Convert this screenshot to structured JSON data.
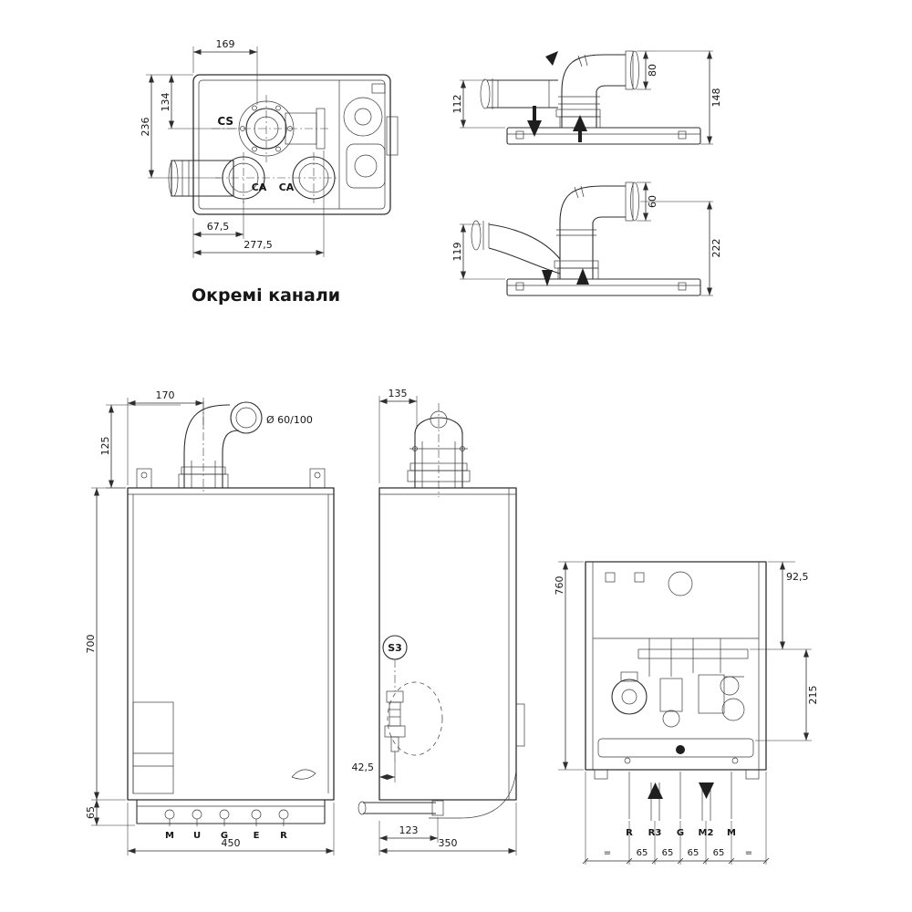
{
  "title": "Окремі канали",
  "top_view": {
    "dim_169": "169",
    "dim_134": "134",
    "dim_236": "236",
    "dim_67_5": "67,5",
    "dim_277_5": "277,5",
    "label_cs": "CS",
    "label_ca1": "CA",
    "label_ca2": "CA"
  },
  "flue_horizontal": {
    "dim_112": "112",
    "dim_80": "80",
    "dim_148": "148"
  },
  "flue_vertical": {
    "dim_119": "119",
    "dim_60": "60",
    "dim_222": "222"
  },
  "front_view": {
    "dim_170": "170",
    "dim_125": "125",
    "dim_700": "700",
    "dim_65": "65",
    "dim_450": "450",
    "flue_diameter": "Ø 60/100",
    "connections": [
      "M",
      "U",
      "G",
      "E",
      "R"
    ]
  },
  "side_view": {
    "dim_135": "135",
    "sensor_label": "S3",
    "dim_42_5": "42,5",
    "dim_123": "123",
    "dim_350": "350"
  },
  "rear_view": {
    "dim_760": "760",
    "dim_92_5": "92,5",
    "dim_215": "215",
    "connections": [
      "R",
      "R3",
      "G",
      "M2",
      "M"
    ],
    "spacing": [
      "=",
      "65",
      "65",
      "65",
      "65",
      "="
    ]
  }
}
